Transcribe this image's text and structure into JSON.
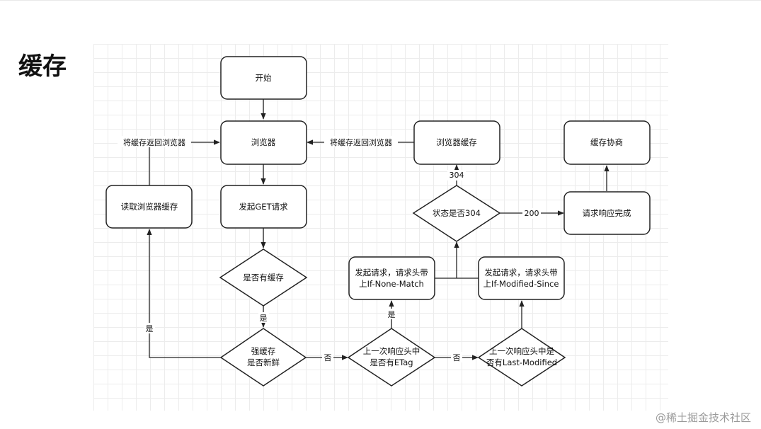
{
  "title": "缓存",
  "watermark": "@稀土掘金技术社区",
  "nodes": {
    "start": "开始",
    "browser": "浏览器",
    "browser_cache": "浏览器缓存",
    "negotiate_cache": "缓存协商",
    "read_browser_cache": "读取浏览器缓存",
    "send_get": "发起GET请求",
    "status_304": "状态是否304",
    "request_done": "请求响应完成",
    "has_cache": "是否有缓存",
    "if_none_match_line1": "发起请求，请求头带",
    "if_none_match_line2": "上If-None-Match",
    "if_modified_line1": "发起请求，请求头带",
    "if_modified_line2": "上If-Modified-Since",
    "fresh_line1": "强缓存",
    "fresh_line2": "是否新鲜",
    "etag_line1": "上一次响应头中",
    "etag_line2": "是否有ETag",
    "lastmod_line1": "上一次响应头中是",
    "lastmod_line2": "否有Last-Modified"
  },
  "edges": {
    "return_left": "将缓存返回浏览器",
    "return_right": "将缓存返回浏览器",
    "code_304": "304",
    "code_200": "200",
    "yes_has_cache": "是",
    "yes_fresh": "是",
    "no_fresh": "否",
    "yes_etag": "是",
    "no_etag": "否"
  }
}
